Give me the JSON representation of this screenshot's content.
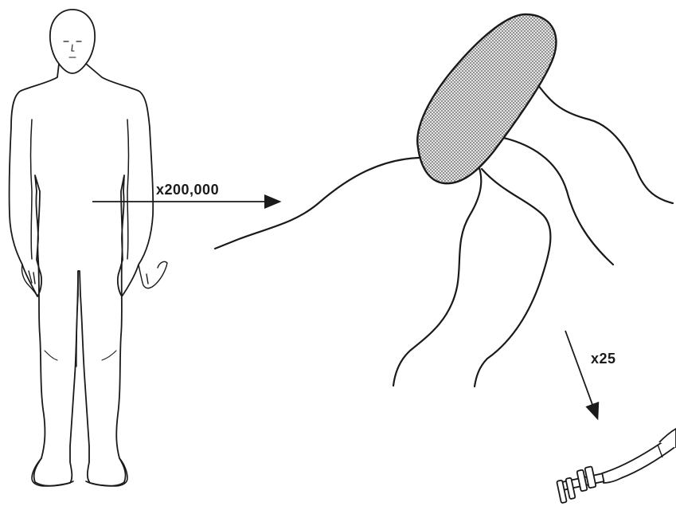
{
  "labels": {
    "magnification_1": "x200,000",
    "magnification_2": "x25"
  },
  "colors": {
    "ink": "#1a1a1a",
    "background": "#ffffff",
    "bacterium_fill": "#bdbdbd"
  },
  "figures": [
    "human-silhouette",
    "flagellated-bacterium",
    "flagellar-motor"
  ]
}
